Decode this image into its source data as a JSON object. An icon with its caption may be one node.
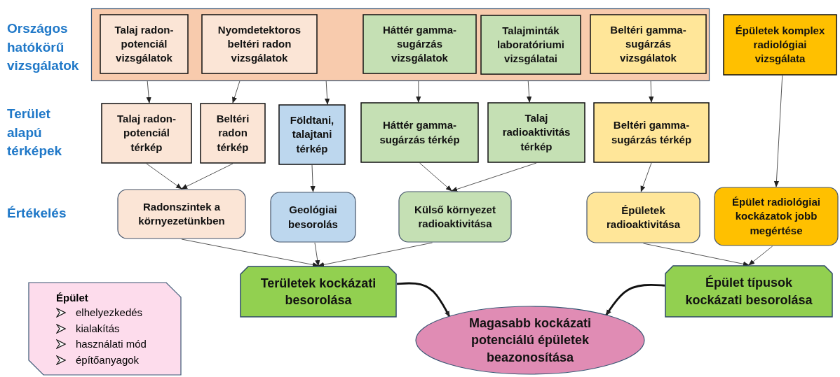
{
  "diagram": {
    "nodes": [
      {
        "text": [],
        "shape": "box"
      },
      {
        "text": [
          "Talaj radon-potenciál vizsgálatok"
        ],
        "in": 0
      },
      {
        "text": [
          "Nyomdetektoros beltéri radon vizsgálatok"
        ],
        "in": 0
      },
      {
        "text": [
          "Háttér gamma-sugárzás vizsgálatok"
        ],
        "in": 0
      },
      {
        "text": [
          "Talajminták laboratóriumi vizsgálatai"
        ],
        "in": 0
      },
      {
        "text": [
          "Beltéri gamma-sugárzás vizsgálatok"
        ],
        "in": 0
      },
      {
        "text": [
          "Épületek komplex radiológiai vizsgálata"
        ]
      },
      {
        "text": [
          "Talaj radon-potenciál térkép"
        ]
      },
      {
        "text": [
          "Beltéri radon térkép"
        ]
      },
      {
        "text": [
          "Földtani, talajtani térkép"
        ]
      },
      {
        "text": [
          "Háttér gamma-sugárzás térkép"
        ]
      },
      {
        "text": [
          "Talaj radioaktivitás térkép"
        ]
      },
      {
        "text": [
          "Beltéri gamma-sugárzás térkép"
        ]
      },
      {
        "text": [
          "Radonszintek a környezetünkben"
        ]
      },
      {
        "text": [
          "Geológiai besorolás"
        ]
      },
      {
        "text": [
          "Külső környezet radioaktivitása"
        ]
      },
      {
        "text": [
          "Épületek radioaktivitása"
        ]
      },
      {
        "text": [
          "Épület radiológiai kockázatok jobb megértése"
        ]
      },
      {
        "text": [
          "Területek kockázati besorolása"
        ]
      },
      {
        "text": [
          "Épület típusok kockázati besorolása"
        ]
      },
      {
        "text": [
          "Magasabb kockázati potenciálú épületek beazonosítása"
        ]
      },
      {
        "text": [
          "Épület",
          "elhelyezkedés",
          "kialakítás",
          "használati mód",
          "építőanyagok"
        ]
      }
    ],
    "edges": [
      {
        "from": 1,
        "to": 7,
        "arrow": "to"
      },
      {
        "from": 2,
        "to": 8,
        "arrow": "to"
      },
      {
        "from": 0,
        "to": 9,
        "arrow": "to"
      },
      {
        "from": 3,
        "to": 10,
        "arrow": "to"
      },
      {
        "from": 4,
        "to": 11,
        "arrow": "to"
      },
      {
        "from": 5,
        "to": 12,
        "arrow": "to"
      },
      {
        "from": 6,
        "to": 17,
        "arrow": "to"
      },
      {
        "from": 7,
        "to": 13,
        "arrow": "to"
      },
      {
        "from": 8,
        "to": 13,
        "arrow": "to"
      },
      {
        "from": 9,
        "to": 14,
        "arrow": "to"
      },
      {
        "from": 10,
        "to": 15,
        "arrow": "to"
      },
      {
        "from": 11,
        "to": 15,
        "arrow": "to"
      },
      {
        "from": 12,
        "to": 16,
        "arrow": "to"
      },
      {
        "from": 13,
        "to": 18,
        "arrow": "to"
      },
      {
        "from": 14,
        "to": 18,
        "arrow": "to"
      },
      {
        "from": 15,
        "to": 18,
        "arrow": "to"
      },
      {
        "from": 16,
        "to": 19,
        "arrow": "to"
      },
      {
        "from": 17,
        "to": 19,
        "arrow": "to"
      },
      {
        "from": 18,
        "to": 20,
        "arrow": "to",
        "style": "thick"
      },
      {
        "from": 19,
        "to": 20,
        "arrow": "to",
        "style": "thick"
      }
    ],
    "labels": [
      "Országos hatókörű vizsgálatok",
      "Terület alapú térképek",
      "Értékelés"
    ]
  }
}
